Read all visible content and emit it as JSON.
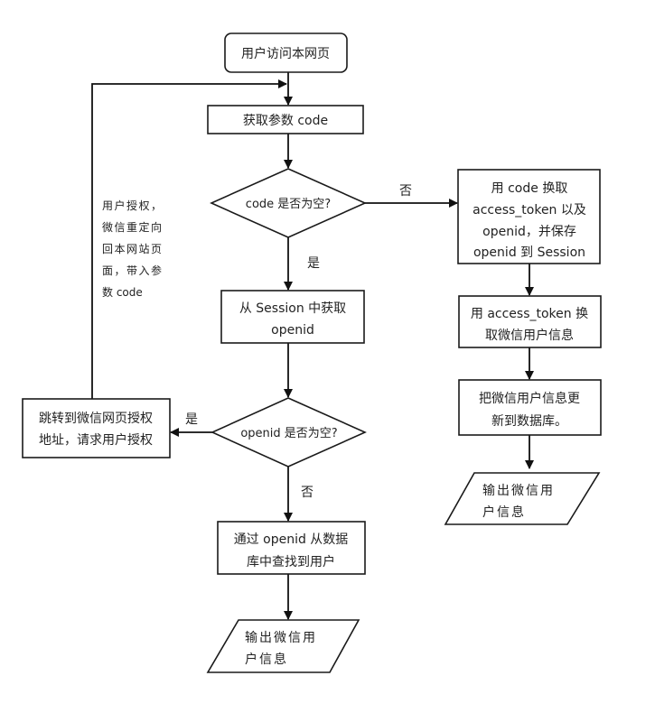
{
  "diagram": {
    "type": "flowchart",
    "nodes": {
      "start": {
        "shape": "rounded-rect",
        "lines": [
          "用户访问本网页"
        ]
      },
      "get_code": {
        "shape": "rect",
        "lines": [
          "获取参数 code"
        ]
      },
      "code_empty": {
        "shape": "diamond",
        "lines": [
          "code 是否为空?"
        ]
      },
      "exchange_token": {
        "shape": "rect",
        "lines": [
          "用 code 换取",
          "access_token 以及",
          "openid，并保存",
          "openid 到 Session"
        ]
      },
      "get_userinfo": {
        "shape": "rect",
        "lines": [
          "用 access_token 换",
          "取微信用户信息"
        ]
      },
      "update_db": {
        "shape": "rect",
        "lines": [
          "把微信用户信息更",
          "新到数据库。"
        ]
      },
      "output_right": {
        "shape": "parallelogram",
        "lines": [
          "输出微信用",
          "户信息"
        ]
      },
      "session_openid": {
        "shape": "rect",
        "lines": [
          "从 Session 中获取",
          "openid"
        ]
      },
      "openid_empty": {
        "shape": "diamond",
        "lines": [
          "openid 是否为空?"
        ]
      },
      "redirect_auth": {
        "shape": "rect",
        "lines": [
          "跳转到微信网页授权",
          "地址，请求用户授权"
        ]
      },
      "find_user": {
        "shape": "rect",
        "lines": [
          "通过 openid 从数据",
          "库中查找到用户"
        ]
      },
      "output_bottom": {
        "shape": "parallelogram",
        "lines": [
          "输出微信用",
          "户信息"
        ]
      }
    },
    "edge_labels": {
      "code_no": "否",
      "code_yes": "是",
      "openid_yes": "是",
      "openid_no": "否",
      "loop_back": [
        "用户授权，",
        "微信重定向",
        "回本网站页",
        "面，带入参",
        "数 code"
      ]
    },
    "edges": [
      {
        "from": "start",
        "to": "get_code"
      },
      {
        "from": "get_code",
        "to": "code_empty"
      },
      {
        "from": "code_empty",
        "to": "exchange_token",
        "label": "否"
      },
      {
        "from": "code_empty",
        "to": "session_openid",
        "label": "是"
      },
      {
        "from": "exchange_token",
        "to": "get_userinfo"
      },
      {
        "from": "get_userinfo",
        "to": "update_db"
      },
      {
        "from": "update_db",
        "to": "output_right"
      },
      {
        "from": "session_openid",
        "to": "openid_empty"
      },
      {
        "from": "openid_empty",
        "to": "redirect_auth",
        "label": "是"
      },
      {
        "from": "openid_empty",
        "to": "find_user",
        "label": "否"
      },
      {
        "from": "redirect_auth",
        "to": "get_code",
        "label": "用户授权，微信重定向回本网站页面，带入参数 code"
      },
      {
        "from": "find_user",
        "to": "output_bottom"
      }
    ]
  }
}
